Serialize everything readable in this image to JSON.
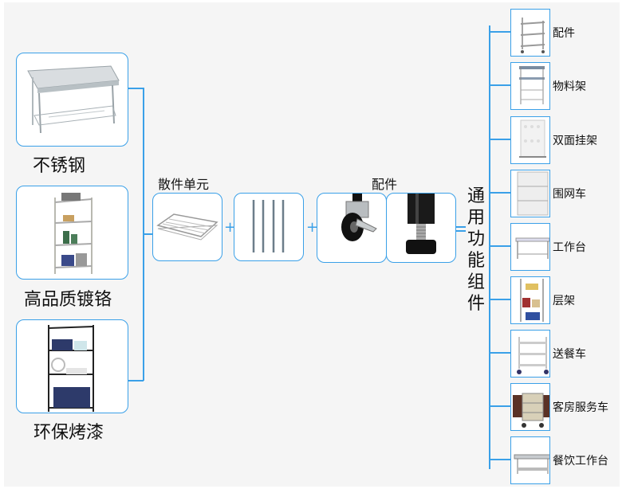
{
  "materials": [
    {
      "label": "不锈钢",
      "image": "stainless-steel-table"
    },
    {
      "label": "高品质镀铬",
      "image": "chrome-wire-shelf"
    },
    {
      "label": "环保烤漆",
      "image": "black-painted-shelf"
    }
  ],
  "loose_units": {
    "title": "散件单元",
    "items": [
      {
        "image": "wire-shelf-panel"
      },
      {
        "image": "posts"
      }
    ]
  },
  "accessories": {
    "title": "配件",
    "items": [
      {
        "image": "caster-wheel"
      },
      {
        "image": "leveling-foot"
      }
    ]
  },
  "plus_sign": "+",
  "common_components": {
    "title": "通用功能组件",
    "items": [
      {
        "label": "配件",
        "image": "utility-cart"
      },
      {
        "label": "物料架",
        "image": "material-rack"
      },
      {
        "label": "双面挂架",
        "image": "double-sided-hanging-rack"
      },
      {
        "label": "围网车",
        "image": "enclosed-wire-cart"
      },
      {
        "label": "工作台",
        "image": "workbench"
      },
      {
        "label": "层架",
        "image": "bookshelf"
      },
      {
        "label": "送餐车",
        "image": "food-service-cart"
      },
      {
        "label": "客房服务车",
        "image": "housekeeping-cart"
      },
      {
        "label": "餐饮工作台",
        "image": "catering-workbench"
      }
    ]
  },
  "colors": {
    "accent": "#3aa0e8",
    "background": "#f5f5f5"
  }
}
